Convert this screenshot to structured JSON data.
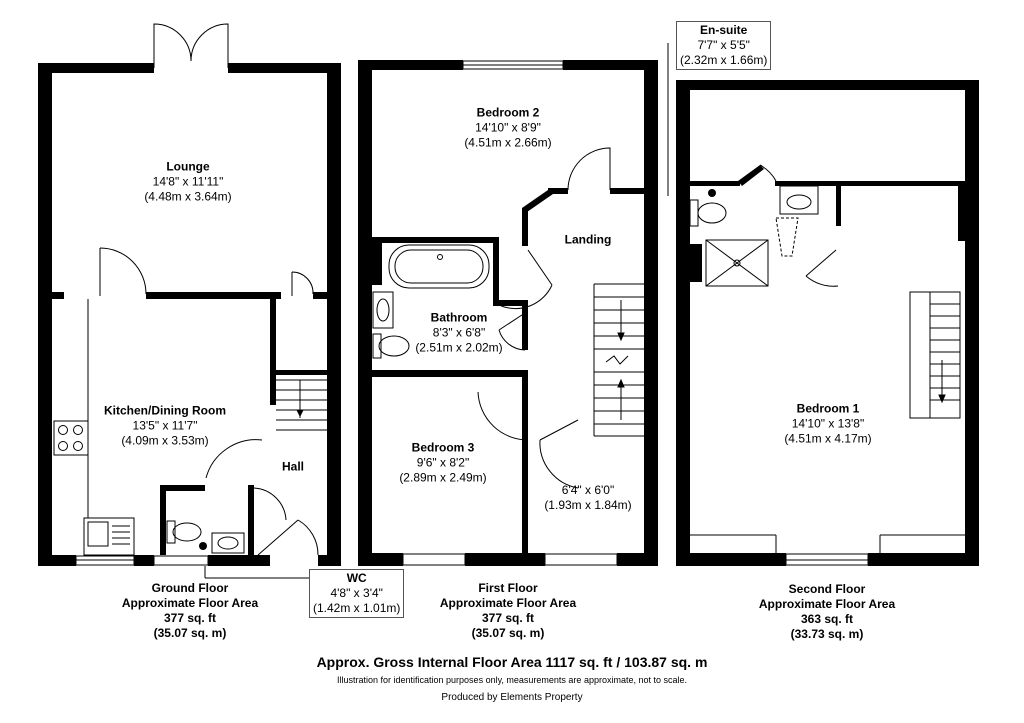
{
  "rooms": {
    "lounge": {
      "name": "Lounge",
      "imperial": "14'8\" x 11'11\"",
      "metric": "(4.48m x 3.64m)"
    },
    "kitchen": {
      "name": "Kitchen/Dining Room",
      "imperial": "13'5\" x 11'7\"",
      "metric": "(4.09m x 3.53m)"
    },
    "hall": {
      "name": "Hall"
    },
    "wc": {
      "name": "WC",
      "imperial": "4'8\" x 3'4\"",
      "metric": "(1.42m x 1.01m)"
    },
    "bedroom2": {
      "name": "Bedroom 2",
      "imperial": "14'10\" x 8'9\"",
      "metric": "(4.51m x 2.66m)"
    },
    "landing": {
      "name": "Landing"
    },
    "bathroom": {
      "name": "Bathroom",
      "imperial": "8'3\" x 6'8\"",
      "metric": "(2.51m x 2.02m)"
    },
    "bedroom3": {
      "name": "Bedroom 3",
      "imperial": "9'6\" x 8'2\"",
      "metric": "(2.89m x 2.49m)"
    },
    "landing_size": {
      "imperial": "6'4\" x 6'0\"",
      "metric": "(1.93m x 1.84m)"
    },
    "ensuite": {
      "name": "En-suite",
      "imperial": "7'7\" x 5'5\"",
      "metric": "(2.32m x 1.66m)"
    },
    "bedroom1": {
      "name": "Bedroom 1",
      "imperial": "14'10\" x 13'8\"",
      "metric": "(4.51m x 4.17m)"
    }
  },
  "floors": {
    "ground": {
      "name": "Ground Floor",
      "caption": "Approximate Floor Area",
      "sqft": "377 sq. ft",
      "sqm": "(35.07 sq. m)"
    },
    "first": {
      "name": "First Floor",
      "caption": "Approximate Floor Area",
      "sqft": "377 sq. ft",
      "sqm": "(35.07 sq. m)"
    },
    "second": {
      "name": "Second Floor",
      "caption": "Approximate Floor Area",
      "sqft": "363 sq. ft",
      "sqm": "(33.73 sq. m)"
    }
  },
  "footer": {
    "gross": "Approx. Gross Internal Floor Area 1117 sq. ft / 103.87 sq. m",
    "disclaimer": "Illustration for identification purposes only, measurements are approximate, not to scale.",
    "producer": "Produced by Elements Property"
  }
}
